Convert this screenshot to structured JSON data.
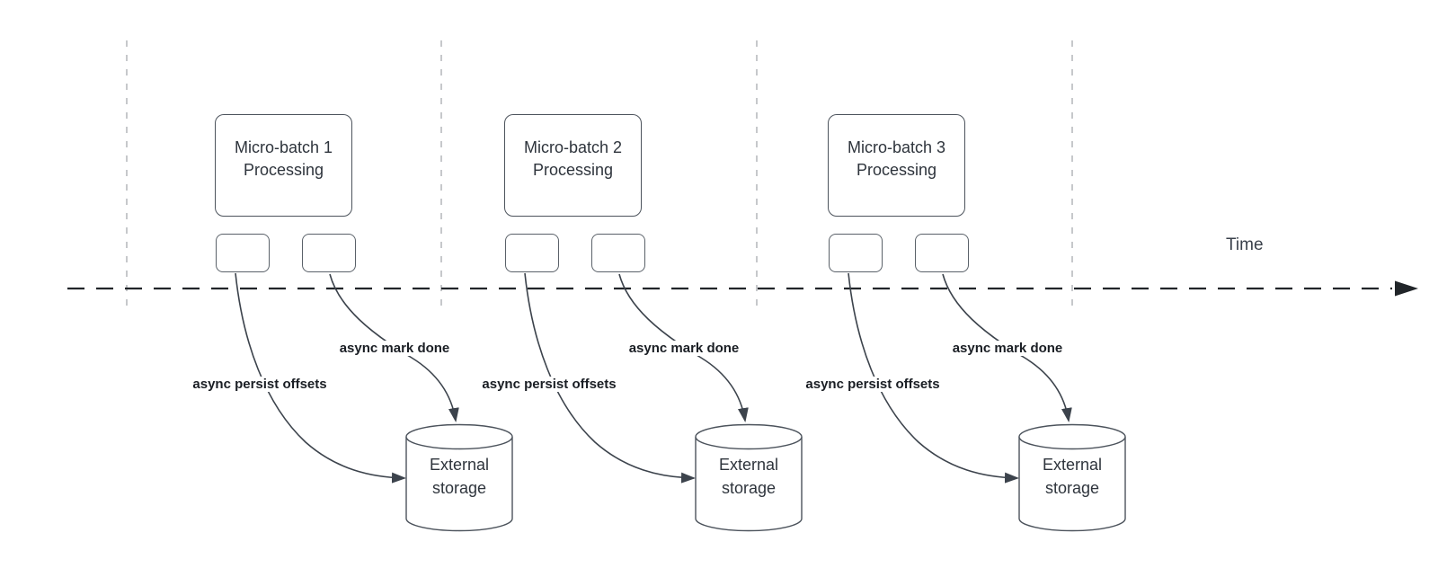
{
  "diagram": {
    "time_label": "Time",
    "groups": [
      {
        "box_label": "Micro-batch 1 Processing",
        "persist_label": "async persist offsets",
        "markdone_label": "async mark done",
        "storage_label": "External storage"
      },
      {
        "box_label": "Micro-batch 2 Processing",
        "persist_label": "async persist offsets",
        "markdone_label": "async mark done",
        "storage_label": "External storage"
      },
      {
        "box_label": "Micro-batch 3 Processing",
        "persist_label": "async persist offsets",
        "markdone_label": "async mark done",
        "storage_label": "External storage"
      }
    ],
    "colors": {
      "background": "#ffffff",
      "box_border": "#4c535c",
      "text": "#2e343c",
      "bold_label_text": "#1a1e24",
      "gridline": "#aeb1b5",
      "timeline": "#212529",
      "arrow": "#3c434c"
    }
  }
}
